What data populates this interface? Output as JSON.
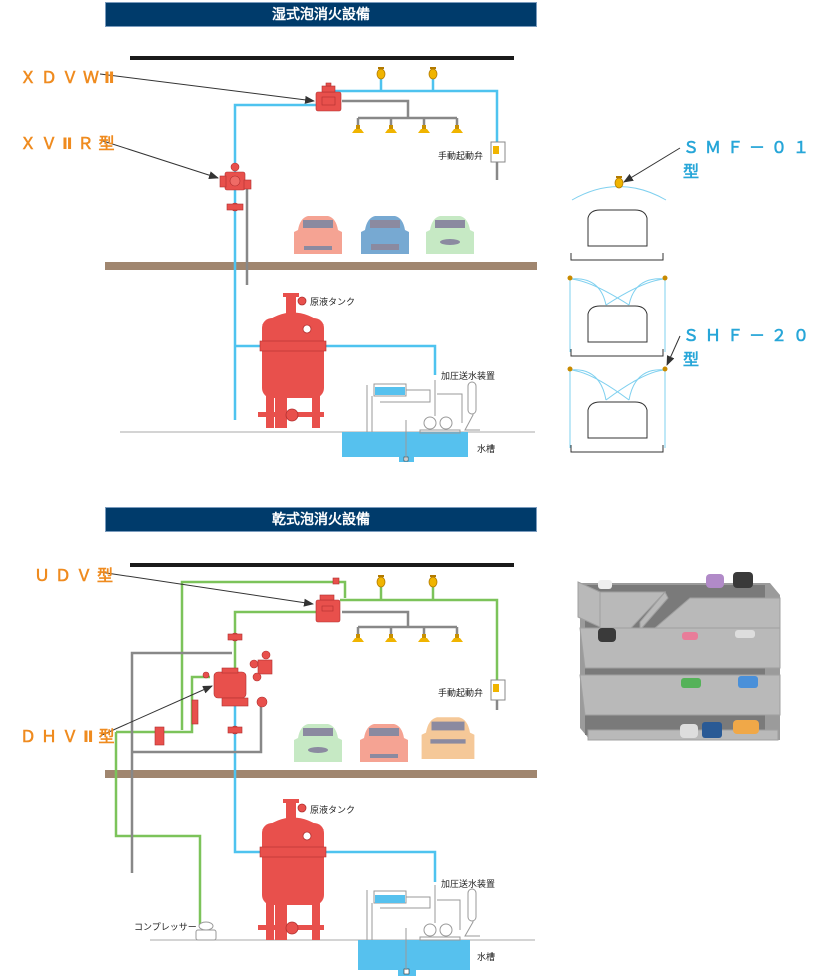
{
  "sections": {
    "wet": {
      "title": "湿式泡消火設備",
      "labels": {
        "valve_top": "ＸＤＶＷⅡ",
        "valve_main": "ＸＶⅡＲ型",
        "manual_valve": "手動起動弁",
        "tank": "原液タンク",
        "pump": "加圧送水装置",
        "water_tank": "水槽"
      },
      "pipe_color": "#4ec3ef"
    },
    "dry": {
      "title": "乾式泡消火設備",
      "labels": {
        "valve_top": "ＵＤＶ型",
        "valve_main": "ＤＨＶⅡ型",
        "manual_valve": "手動起動弁",
        "tank": "原液タンク",
        "pump": "加圧送水装置",
        "water_tank": "水槽",
        "compressor": "コンプレッサー"
      },
      "pipe_color": "#7cc35a"
    }
  },
  "parking": {
    "head_top": "ＳＭＦ－０１型",
    "head_side": "ＳＨＦ－２０型"
  },
  "colors": {
    "banner": "#003b6b",
    "label_orange": "#ef8b1f",
    "label_blue": "#27a6d8",
    "valve_red": "#e8504c",
    "floor": "#a0866f",
    "ceiling": "#1a1a1a",
    "sprinkler": "#f0b400",
    "water": "#56c1ee",
    "gray_pipe": "#888888"
  },
  "cars_wet": [
    "#f5a393",
    "#77a9d2",
    "#c6e9c4"
  ],
  "cars_dry": [
    "#c6e9c4",
    "#f5a393",
    "#f5c898"
  ]
}
